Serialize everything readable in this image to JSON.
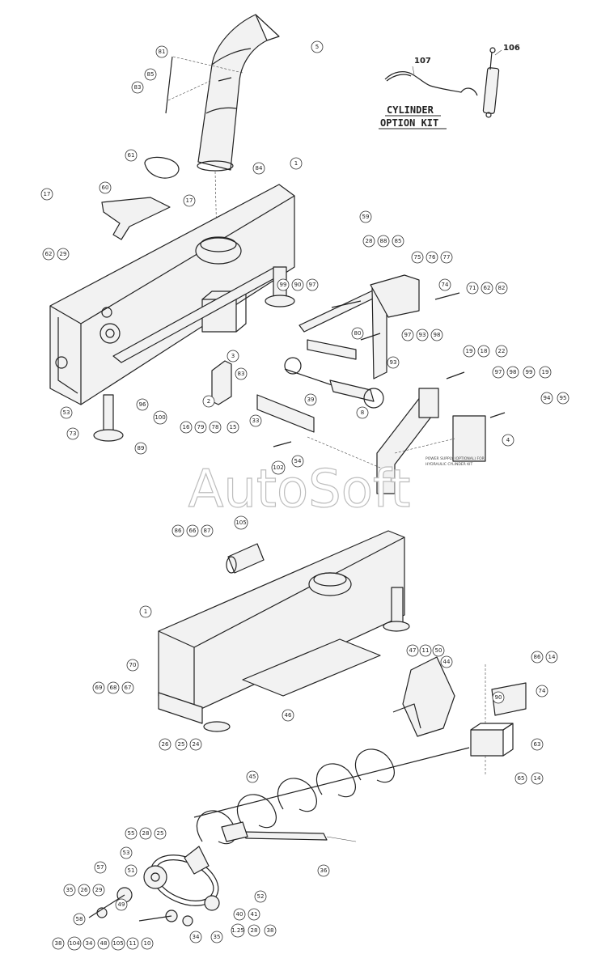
{
  "kit": {
    "title_line1": "CYLINDER",
    "title_line2": "OPTION KIT",
    "part_107": "107",
    "part_106": "106"
  },
  "watermark": "AutoSoft",
  "note": {
    "line1": "POWER SUPPLY (OPTIONAL) FOR",
    "line2": "HYDRAULIC CYLINDER KIT"
  },
  "callouts": [
    {
      "id": "5",
      "label": "5"
    },
    {
      "id": "81",
      "label": "81"
    },
    {
      "id": "85",
      "label": "85"
    },
    {
      "id": "83a",
      "label": "83"
    },
    {
      "id": "84",
      "label": "84"
    },
    {
      "id": "61",
      "label": "61"
    },
    {
      "id": "1a",
      "label": "1"
    },
    {
      "id": "17a",
      "label": "17"
    },
    {
      "id": "60",
      "label": "60"
    },
    {
      "id": "17b",
      "label": "17"
    },
    {
      "id": "59",
      "label": "59"
    },
    {
      "id": "28a",
      "label": "28"
    },
    {
      "id": "88a",
      "label": "88"
    },
    {
      "id": "85b",
      "label": "85"
    },
    {
      "id": "62a",
      "label": "62"
    },
    {
      "id": "29a",
      "label": "29"
    },
    {
      "id": "75",
      "label": "75"
    },
    {
      "id": "76",
      "label": "76"
    },
    {
      "id": "77",
      "label": "77"
    },
    {
      "id": "74a",
      "label": "74"
    },
    {
      "id": "99a",
      "label": "99"
    },
    {
      "id": "90a",
      "label": "90"
    },
    {
      "id": "97a",
      "label": "97"
    },
    {
      "id": "71",
      "label": "71"
    },
    {
      "id": "62b",
      "label": "62"
    },
    {
      "id": "82",
      "label": "82"
    },
    {
      "id": "80",
      "label": "80"
    },
    {
      "id": "97b",
      "label": "97"
    },
    {
      "id": "93a",
      "label": "93"
    },
    {
      "id": "98a",
      "label": "98"
    },
    {
      "id": "19a",
      "label": "19"
    },
    {
      "id": "18",
      "label": "18"
    },
    {
      "id": "22",
      "label": "22"
    },
    {
      "id": "3",
      "label": "3"
    },
    {
      "id": "83b",
      "label": "83"
    },
    {
      "id": "93b",
      "label": "93"
    },
    {
      "id": "97c",
      "label": "97"
    },
    {
      "id": "98b",
      "label": "98"
    },
    {
      "id": "99b",
      "label": "99"
    },
    {
      "id": "19b",
      "label": "19"
    },
    {
      "id": "39",
      "label": "39"
    },
    {
      "id": "96",
      "label": "96"
    },
    {
      "id": "2",
      "label": "2"
    },
    {
      "id": "8",
      "label": "8"
    },
    {
      "id": "94",
      "label": "94"
    },
    {
      "id": "95",
      "label": "95"
    },
    {
      "id": "53a",
      "label": "53"
    },
    {
      "id": "100",
      "label": "100"
    },
    {
      "id": "73",
      "label": "73"
    },
    {
      "id": "16",
      "label": "16"
    },
    {
      "id": "79",
      "label": "79"
    },
    {
      "id": "78",
      "label": "78"
    },
    {
      "id": "15",
      "label": "15"
    },
    {
      "id": "33",
      "label": "33"
    },
    {
      "id": "4",
      "label": "4"
    },
    {
      "id": "89",
      "label": "89"
    },
    {
      "id": "102",
      "label": "102"
    },
    {
      "id": "54",
      "label": "54"
    },
    {
      "id": "86a",
      "label": "86"
    },
    {
      "id": "66",
      "label": "66"
    },
    {
      "id": "87a",
      "label": "87"
    },
    {
      "id": "105",
      "label": "105"
    },
    {
      "id": "1b",
      "label": "1"
    },
    {
      "id": "70",
      "label": "70"
    },
    {
      "id": "69",
      "label": "69"
    },
    {
      "id": "68",
      "label": "68"
    },
    {
      "id": "67",
      "label": "67"
    },
    {
      "id": "47",
      "label": "47"
    },
    {
      "id": "11a",
      "label": "11"
    },
    {
      "id": "50",
      "label": "50"
    },
    {
      "id": "44",
      "label": "44"
    },
    {
      "id": "86b",
      "label": "86"
    },
    {
      "id": "14a",
      "label": "14"
    },
    {
      "id": "74b",
      "label": "74"
    },
    {
      "id": "90b",
      "label": "90"
    },
    {
      "id": "46",
      "label": "46"
    },
    {
      "id": "26a",
      "label": "26"
    },
    {
      "id": "25a",
      "label": "25"
    },
    {
      "id": "24",
      "label": "24"
    },
    {
      "id": "63",
      "label": "63"
    },
    {
      "id": "45",
      "label": "45"
    },
    {
      "id": "65",
      "label": "65"
    },
    {
      "id": "14b",
      "label": "14"
    },
    {
      "id": "55",
      "label": "55"
    },
    {
      "id": "28b",
      "label": "28"
    },
    {
      "id": "25b",
      "label": "25"
    },
    {
      "id": "53b",
      "label": "53"
    },
    {
      "id": "36",
      "label": "36"
    },
    {
      "id": "57",
      "label": "57"
    },
    {
      "id": "51",
      "label": "51"
    },
    {
      "id": "35a",
      "label": "35"
    },
    {
      "id": "26b",
      "label": "26"
    },
    {
      "id": "29b",
      "label": "29"
    },
    {
      "id": "52",
      "label": "52"
    },
    {
      "id": "49",
      "label": "49"
    },
    {
      "id": "40",
      "label": "40"
    },
    {
      "id": "41",
      "label": "41"
    },
    {
      "id": "58",
      "label": "58"
    },
    {
      "id": "34a",
      "label": "34"
    },
    {
      "id": "35b",
      "label": "35"
    },
    {
      "id": "125",
      "label": "1.25"
    },
    {
      "id": "28c",
      "label": "28"
    },
    {
      "id": "38b",
      "label": "38"
    },
    {
      "id": "38a",
      "label": "38"
    },
    {
      "id": "104",
      "label": "104"
    },
    {
      "id": "34b",
      "label": "34"
    },
    {
      "id": "48",
      "label": "48"
    },
    {
      "id": "105b",
      "label": "105"
    },
    {
      "id": "11b",
      "label": "11"
    },
    {
      "id": "10",
      "label": "10"
    }
  ]
}
